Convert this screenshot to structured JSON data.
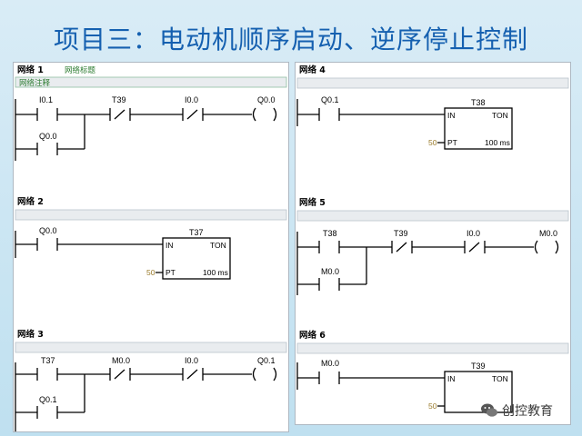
{
  "title": "项目三：电动机顺序启动、逆序停止控制",
  "colors": {
    "title": "#1560b0",
    "rung_bar": "#e9ecef",
    "comment_tag": "#2e7d32",
    "pt_value": "#9a7b2c"
  },
  "left_networks": [
    {
      "header": "网络 1",
      "title_tag": "网络标题",
      "comment_tag": "网络注释",
      "contacts": [
        {
          "label": "I0.1",
          "type": "NO"
        },
        {
          "label": "T39",
          "type": "NC"
        },
        {
          "label": "I0.0",
          "type": "NC"
        },
        {
          "label": "Q0.0",
          "type": "NO",
          "branch": true
        }
      ],
      "coil": "Q0.0"
    },
    {
      "header": "网络 2",
      "contacts": [
        {
          "label": "Q0.0",
          "type": "NO"
        }
      ],
      "timer": {
        "name": "T37",
        "in": "IN",
        "ton": "TON",
        "pt_label": "PT",
        "pt_value": "50",
        "unit": "100 ms"
      }
    },
    {
      "header": "网络 3",
      "contacts": [
        {
          "label": "T37",
          "type": "NO"
        },
        {
          "label": "M0.0",
          "type": "NC"
        },
        {
          "label": "I0.0",
          "type": "NC"
        },
        {
          "label": "Q0.1",
          "type": "NO",
          "branch": true
        }
      ],
      "coil": "Q0.1"
    }
  ],
  "right_networks": [
    {
      "header": "网络 4",
      "contacts": [
        {
          "label": "Q0.1",
          "type": "NO"
        }
      ],
      "timer": {
        "name": "T38",
        "in": "IN",
        "ton": "TON",
        "pt_label": "PT",
        "pt_value": "50",
        "unit": "100 ms"
      }
    },
    {
      "header": "网络 5",
      "contacts": [
        {
          "label": "T38",
          "type": "NO"
        },
        {
          "label": "T39",
          "type": "NC"
        },
        {
          "label": "I0.0",
          "type": "NC"
        },
        {
          "label": "M0.0",
          "type": "NO",
          "branch": true
        }
      ],
      "coil": "M0.0"
    },
    {
      "header": "网络 6",
      "contacts": [
        {
          "label": "M0.0",
          "type": "NO"
        }
      ],
      "timer": {
        "name": "T39",
        "in": "IN",
        "ton": "TON",
        "pt_value": "50"
      }
    }
  ],
  "watermark": {
    "icon": "wechat-icon",
    "text": "创控教育"
  }
}
